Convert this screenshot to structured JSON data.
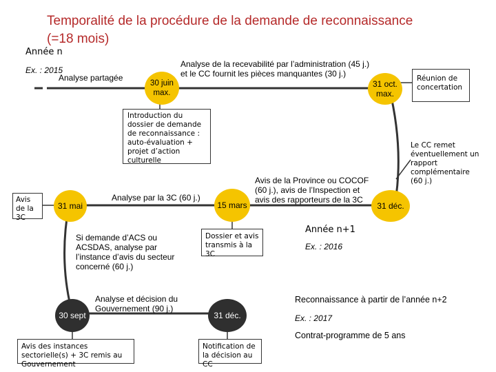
{
  "title": {
    "line1": "Temporalité de la procédure de la demande de reconnaissance",
    "line2": "(=18 mois)"
  },
  "year_n": {
    "label": "Année n",
    "example": "Ex. : 2015"
  },
  "year_n1": {
    "label": "Année n+1",
    "example": "Ex. : 2016"
  },
  "recognition": {
    "label": "Reconnaissance à partir de l’année n+2",
    "example": "Ex. : 2017",
    "contract": "Contrat-programme de 5 ans"
  },
  "milestones": {
    "juin": "30 juin max.",
    "oct": "31 oct. max.",
    "mai": "31 mai",
    "mars": "15 mars",
    "dec1": "31 déc.",
    "sept": "30 sept",
    "dec2": "31 déc."
  },
  "labels": {
    "analyse_partagee": "Analyse partagée",
    "recevabilite": "Analyse de la recevabilité par l’administration (45 j.) et le CC fournit les pièces manquantes (30 j.)",
    "reunion": "Réunion de concertation",
    "introduction": "Introduction du dossier de demande de reconnaissance : auto-évaluation + projet d’action culturelle",
    "avis_3c": "Avis de la 3C",
    "analyse_3c": "Analyse par la 3C (60 j.)",
    "avis_province": "Avis de la Province ou COCOF (60 j.), avis de l’Inspection et avis des rapporteurs de la 3C",
    "cc_remet": "Le CC remet éventuellement un rapport complémentaire (60 j.)",
    "si_demande": "Si demande d’ACS ou ACSDAS, analyse par l’instance d’avis du secteur concerné (60 j.)",
    "dossier_transmis": "Dossier et avis transmis à la 3C",
    "decision_gouv": "Analyse et décision du Gouvernement (90 j.)",
    "avis_instances": "Avis des instances sectorielle(s) + 3C remis au Gouvernement",
    "notification": "Notification de la décision au CC"
  }
}
